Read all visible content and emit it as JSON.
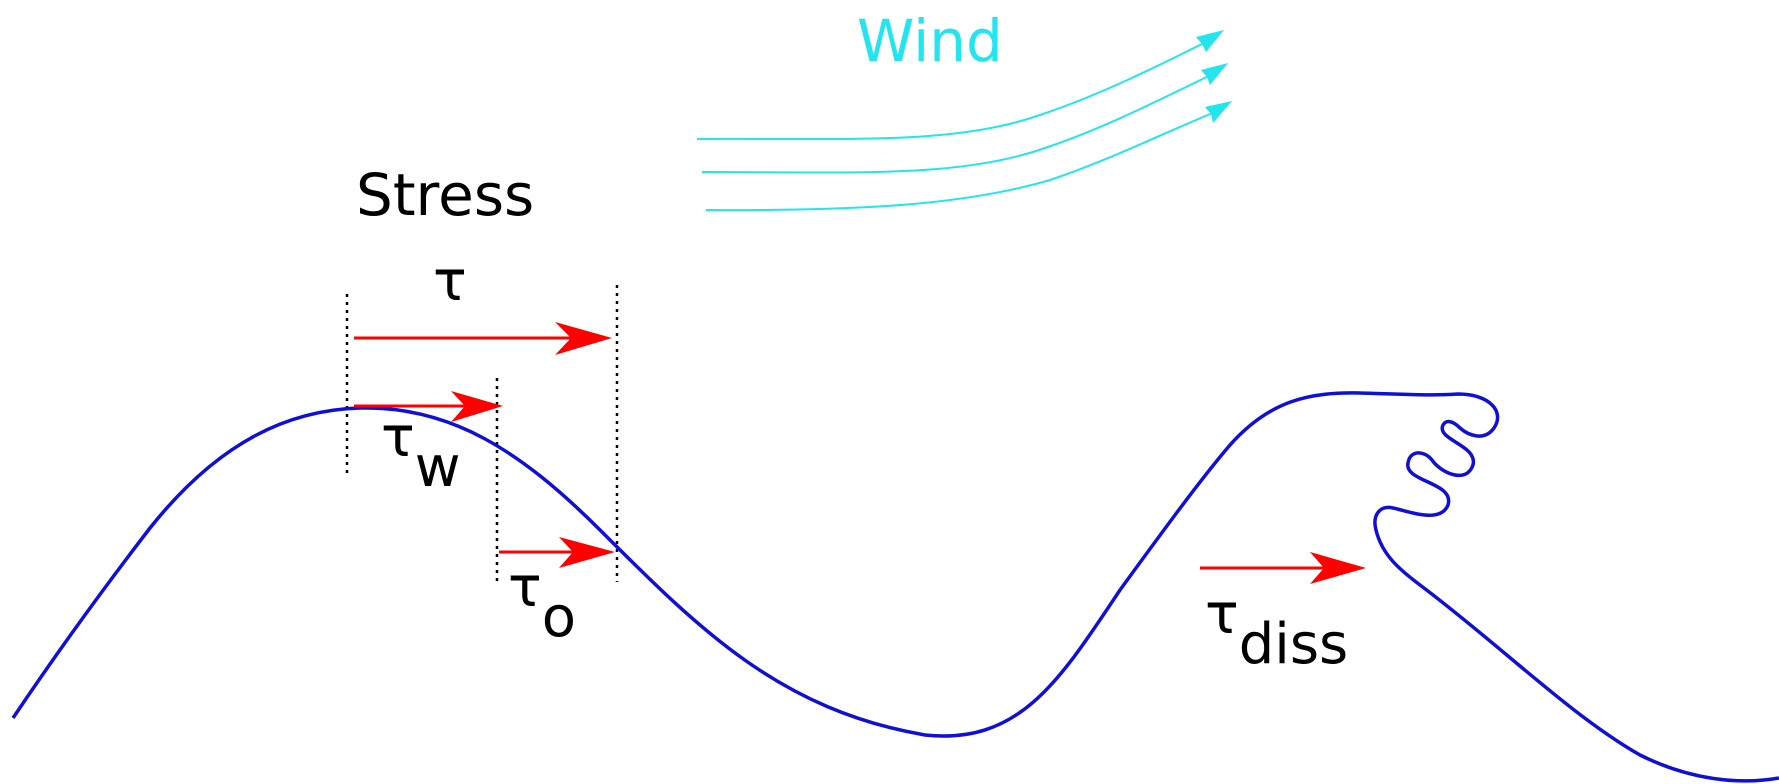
{
  "labels": {
    "wind": "Wind",
    "stress": "Stress",
    "tau": "τ",
    "tau_w_base": "τ",
    "tau_w_sub": "w",
    "tau_o_base": "τ",
    "tau_o_sub": "o",
    "tau_diss_base": "τ",
    "tau_diss_sub": "diss"
  },
  "colors": {
    "wave": "#0f0fd6",
    "wind": "#22e5f0",
    "stress_arrow": "#ff0000",
    "guide_line": "#000000",
    "text": "#000000"
  }
}
